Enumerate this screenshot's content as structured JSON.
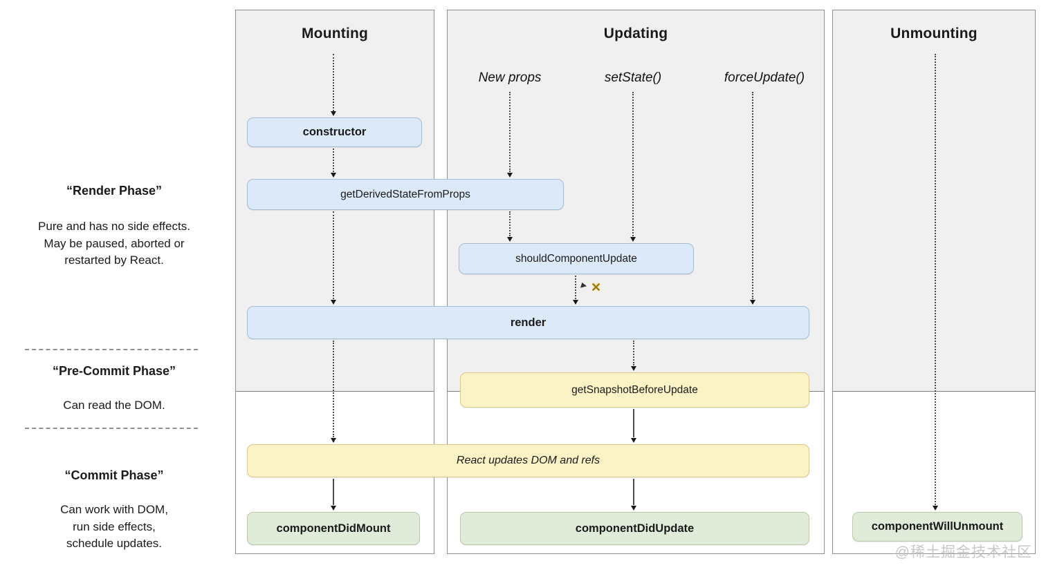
{
  "columns": {
    "mounting": "Mounting",
    "updating": "Updating",
    "unmounting": "Unmounting"
  },
  "update_triggers": {
    "new_props": "New props",
    "set_state": "setState()",
    "force_update": "forceUpdate()"
  },
  "left_panel": {
    "render_phase": {
      "title": "“Render Phase”",
      "description": "Pure and has no side effects.\nMay be paused, aborted or\nrestarted by React."
    },
    "pre_commit_phase": {
      "title": "“Pre-Commit Phase”",
      "description": "Can read the DOM."
    },
    "commit_phase": {
      "title": "“Commit Phase”",
      "description": "Can work with DOM,\nrun side effects,\nschedule updates."
    }
  },
  "lifecycle_methods": {
    "ctor": "constructor",
    "get_derived_state_from_props": "getDerivedStateFromProps",
    "should_component_update": "shouldComponentUpdate",
    "render_method": "render",
    "get_snapshot_before_update": "getSnapshotBeforeUpdate",
    "react_updates_dom_and_refs": "React updates DOM and refs",
    "component_did_mount": "componentDidMount",
    "component_did_update": "componentDidUpdate",
    "component_will_unmount": "componentWillUnmount"
  },
  "cancel_mark": "✕",
  "watermark": "@稀土掘金技术社区",
  "colors": {
    "method_box_blue": "#dbe9f8",
    "method_box_blue_border": "#a6bdd6",
    "side_effect_box_yellow": "#fbf3c5",
    "side_effect_box_yellow_border": "#dcca82",
    "commit_box_green": "#e0ecd9",
    "commit_box_green_border": "#b6cba9",
    "column_background": "#f1f0f1",
    "column_border": "#8f8f8f",
    "cancel_x": "#9b7c10"
  }
}
